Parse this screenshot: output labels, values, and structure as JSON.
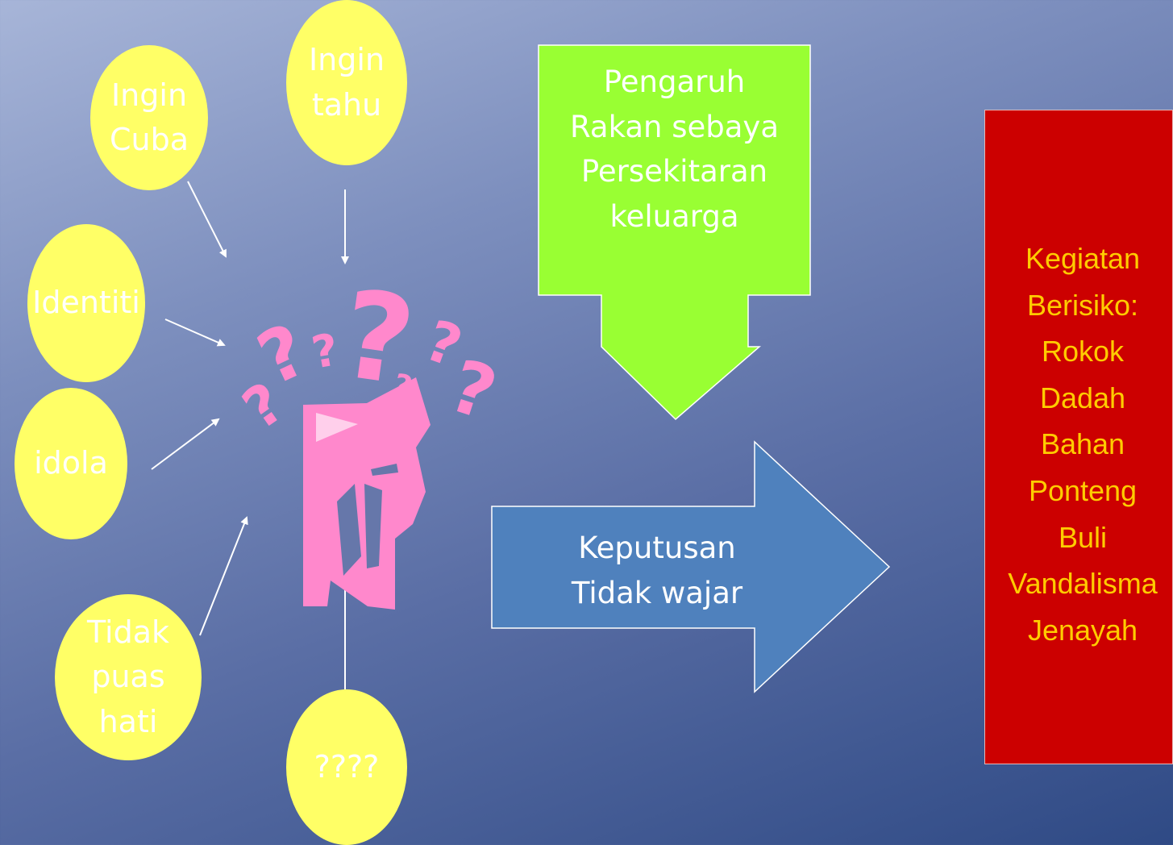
{
  "ovals": {
    "ingin_cuba": "Ingin\nCuba",
    "ingin_tahu": "Ingin\ntahu",
    "identiti": "Identiti",
    "idola": "idola",
    "tidak_puas_hati": "Tidak\npuas\nhati",
    "unknown": "????"
  },
  "influence_box": {
    "text": "Pengaruh\nRakan sebaya\nPersekitaran\nkeluarga",
    "color": "#99ff33"
  },
  "decision_arrow": {
    "text": "Keputusan\nTidak wajar",
    "color": "#4f81bd"
  },
  "risk_box": {
    "text": "Kegiatan\nBerisiko:\nRokok\nDadah\nBahan\nPonteng\nBuli\nVandalisma\nJenayah",
    "color": "#cc0000",
    "text_color": "#ffcc00"
  },
  "central_figure": {
    "icon": "confused-head-icon",
    "color": "#ff88cc"
  }
}
